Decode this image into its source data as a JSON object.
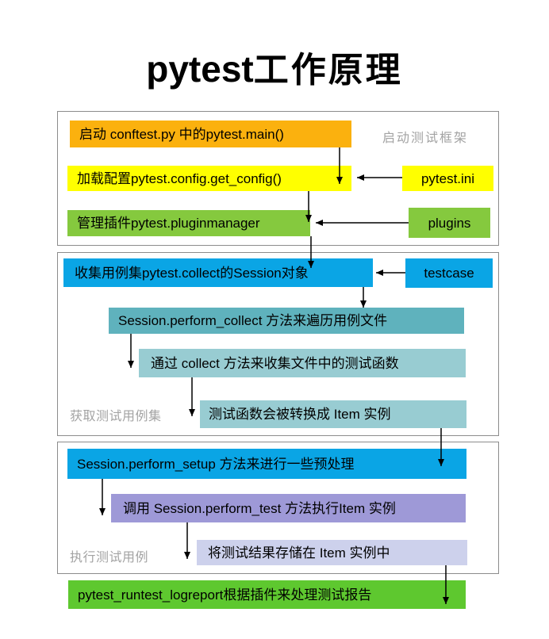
{
  "title": {
    "latin": "pytest",
    "cjk": "工作原理"
  },
  "colors": {
    "orange": "#fbb10e",
    "yellow": "#ffff00",
    "green": "#85c93e",
    "bright_green": "#5ec82f",
    "blue": "#0aa5e5",
    "teal_dark": "#5fb2bd",
    "teal_light": "#98ccd2",
    "purple": "#9e99d7",
    "lavender": "#cdd1ec",
    "label_gray": "#a3a3a3"
  },
  "sections": {
    "startup": {
      "label": "启动测试框架",
      "boxes": {
        "main": "启动 conftest.py 中的pytest.main()",
        "config": "加载配置pytest.config.get_config()",
        "ini": "pytest.ini",
        "pluginmanager": "管理插件pytest.pluginmanager",
        "plugins": "plugins"
      }
    },
    "collect": {
      "label": "获取测试用例集",
      "boxes": {
        "session": "收集用例集pytest.collect的Session对象",
        "testcase": "testcase",
        "perform_collect": "Session.perform_collect 方法来遍历用例文件",
        "collect_func": "通过 collect 方法来收集文件中的测试函数",
        "item": "测试函数会被转换成 Item 实例"
      }
    },
    "run": {
      "label": "执行测试用例",
      "boxes": {
        "perform_setup": "Session.perform_setup 方法来进行一些预处理",
        "perform_test": "调用 Session.perform_test 方法执行Item 实例",
        "store_result": "将测试结果存储在 Item 实例中"
      }
    },
    "report": {
      "boxes": {
        "logreport": "pytest_runtest_logreport根据插件来处理测试报告"
      }
    }
  }
}
